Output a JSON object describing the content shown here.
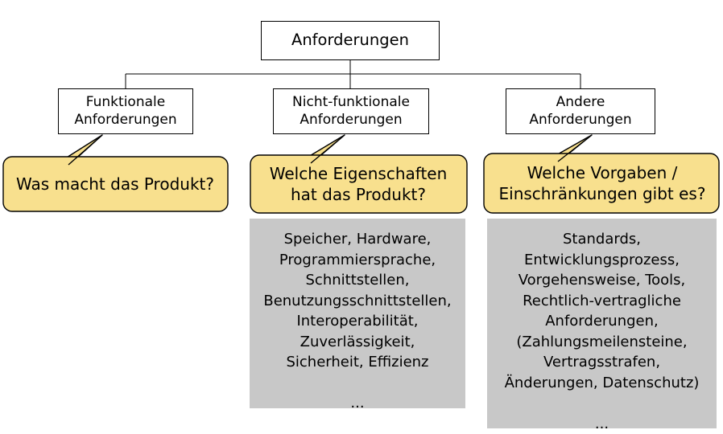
{
  "diagram": {
    "title_node": {
      "label": "Anforderungen"
    },
    "branches": [
      {
        "label": "Funktionale\nAnforderungen",
        "callout": "Was macht das Produkt?",
        "details": null
      },
      {
        "label": "Nicht-funktionale\nAnforderungen",
        "callout": "Welche Eigenschaften\nhat das Produkt?",
        "details": "Speicher, Hardware,\nProgrammiersprache,\nSchnittstellen,\nBenutzungsschnittstellen,\nInteroperabilität,\nZuverlässigkeit,\nSicherheit, Effizienz\n\n..."
      },
      {
        "label": "Andere\nAnforderungen",
        "callout": "Welche Vorgaben /\nEinschränkungen gibt es?",
        "details": "Standards,\nEntwicklungsprozess,\nVorgehensweise, Tools,\nRechtlich-vertragliche\nAnforderungen,\n(Zahlungsmeilensteine,\nVertragsstrafen,\nÄnderungen, Datenschutz)\n\n..."
      }
    ],
    "colors": {
      "callout_fill": "#f8e08e",
      "callout_border": "#000000",
      "detail_fill": "#c8c8c8",
      "node_fill": "#ffffff",
      "node_border": "#000000",
      "connector": "#000000",
      "text": "#000000"
    }
  }
}
